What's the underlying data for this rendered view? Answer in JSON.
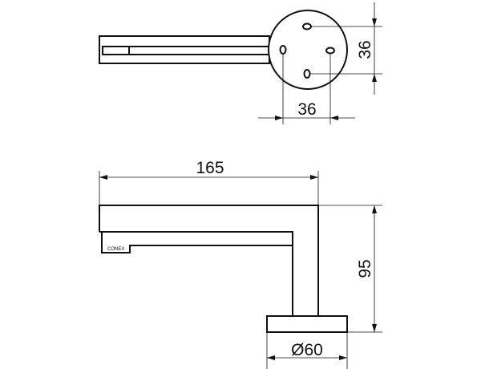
{
  "drawing": {
    "top_view": {
      "dim_vertical": "36",
      "dim_horizontal": "36"
    },
    "front_view": {
      "dim_length": "165",
      "dim_height": "95",
      "dim_diameter": "Ø60",
      "logo": "CONEX"
    }
  }
}
